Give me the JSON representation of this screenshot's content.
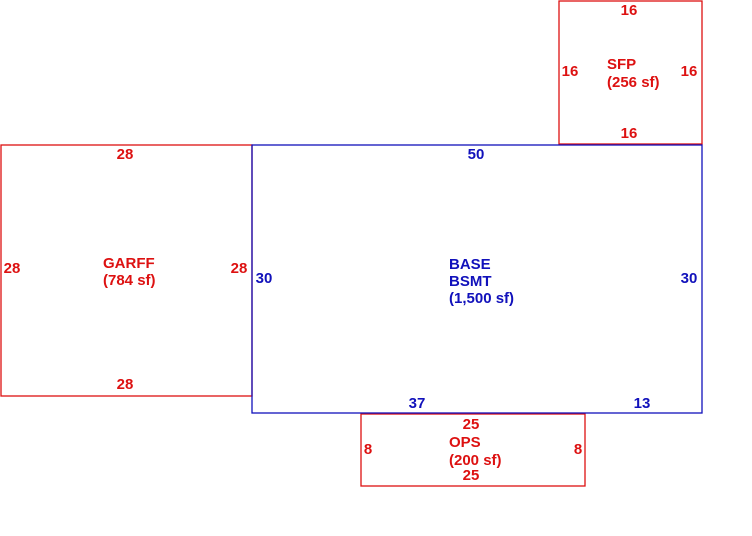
{
  "colors": {
    "red": "#dd1111",
    "blue": "#1111bb",
    "background": "#ffffff"
  },
  "areas": [
    {
      "id": "sfp",
      "color": "red",
      "label": [
        "SFP",
        "(256 sf)"
      ],
      "dims": {
        "top": "16",
        "bottom": "16",
        "left": "16",
        "right": "16"
      }
    },
    {
      "id": "garff",
      "color": "red",
      "label": [
        "GARFF",
        "(784 sf)"
      ],
      "dims": {
        "top": "28",
        "bottom": "28",
        "left": "28",
        "right": "28"
      }
    },
    {
      "id": "base",
      "color": "blue",
      "label": [
        "BASE",
        "BSMT",
        "(1,500 sf)"
      ],
      "dims": {
        "top": "50",
        "left": "30",
        "right": "30",
        "bottom_left": "37",
        "bottom_right": "13"
      }
    },
    {
      "id": "ops",
      "color": "red",
      "label": [
        "OPS",
        "(200 sf)"
      ],
      "dims": {
        "top": "25",
        "bottom": "25",
        "left": "8",
        "right": "8"
      }
    }
  ]
}
